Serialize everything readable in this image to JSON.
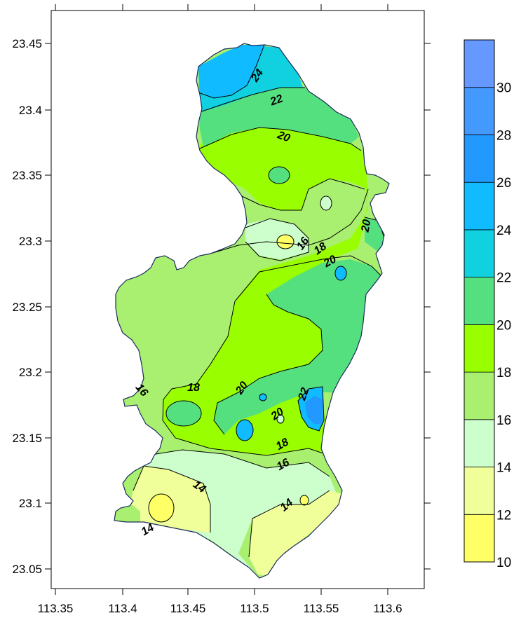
{
  "map": {
    "x_axis": {
      "ticks": [
        "113.35",
        "113.4",
        "113.45",
        "113.5",
        "113.55",
        "113.6"
      ]
    },
    "y_axis": {
      "ticks": [
        "23.45",
        "23.4",
        "23.35",
        "23.3",
        "23.25",
        "23.2",
        "23.15",
        "23.1",
        "23.05"
      ]
    },
    "colorbar": {
      "levels": [
        "10",
        "12",
        "14",
        "16",
        "18",
        "20",
        "22",
        "24",
        "26",
        "28",
        "30"
      ],
      "colors": [
        "#ffff66",
        "#f0ff99",
        "#ccffcc",
        "#aaf070",
        "#99ff00",
        "#55e080",
        "#11d0e0",
        "#11bbff",
        "#2299ff",
        "#4499ff",
        "#6699ff"
      ]
    },
    "contour_labels": [
      "24",
      "22",
      "20",
      "20",
      "16",
      "18",
      "20",
      "16",
      "18",
      "20",
      "22",
      "20",
      "18",
      "16",
      "14",
      "14",
      "14"
    ]
  }
}
